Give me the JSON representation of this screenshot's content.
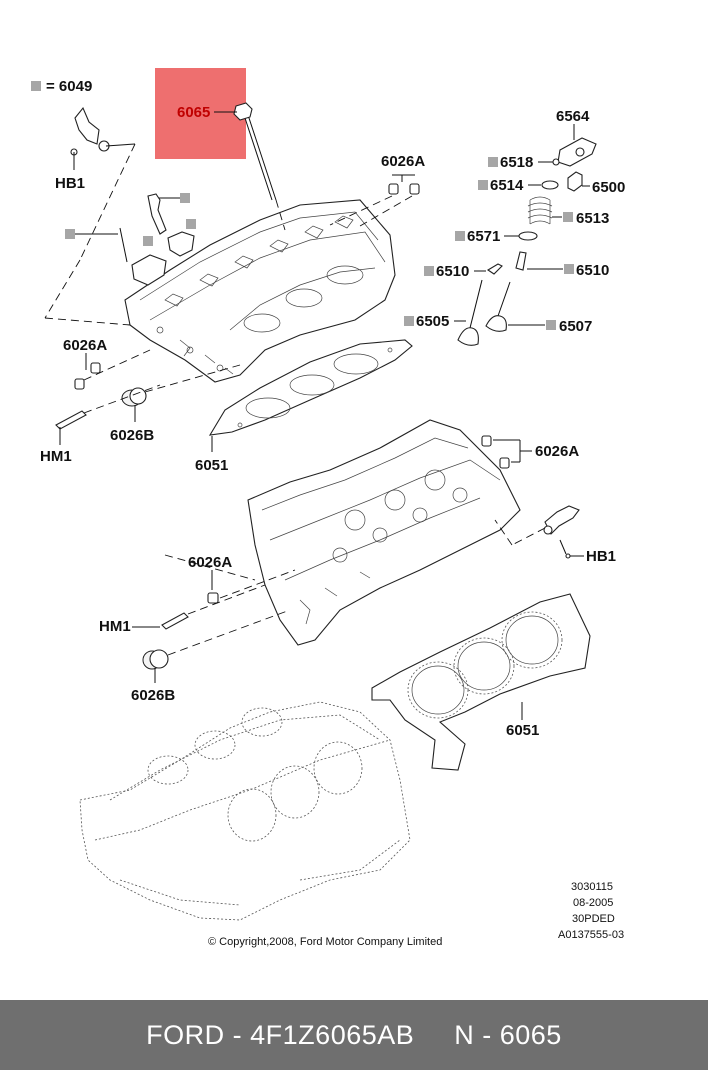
{
  "labels": {
    "l6049": "6049",
    "l6065": "6065",
    "l6026A_top": "6026A",
    "l6564": "6564",
    "l6518": "6518",
    "l6514": "6514",
    "l6500": "6500",
    "l6513": "6513",
    "l6571": "6571",
    "l6510_left": "6510",
    "l6510_right": "6510",
    "l6505": "6505",
    "l6507": "6507",
    "lHB1_top": "HB1",
    "l6026A_left": "6026A",
    "l6026B_top": "6026B",
    "lHM1_top": "HM1",
    "l6051_top": "6051",
    "l6026A_right": "6026A",
    "lHB1_right": "HB1",
    "l6026A_mid": "6026A",
    "lHM1_bottom": "HM1",
    "l6026B_bottom": "6026B",
    "l6051_bottom": "6051"
  },
  "legend": {
    "equals": "= 6049"
  },
  "meta": {
    "line1": "3030115",
    "line2": "08-2005",
    "line3": "30PDED",
    "line4": "A0137555-03"
  },
  "copyright": "© Copyright,2008, Ford Motor Company Limited",
  "highlight_color": "#ee6f6f",
  "footer": {
    "text": "FORD - 4F1Z6065AB     N - 6065"
  }
}
